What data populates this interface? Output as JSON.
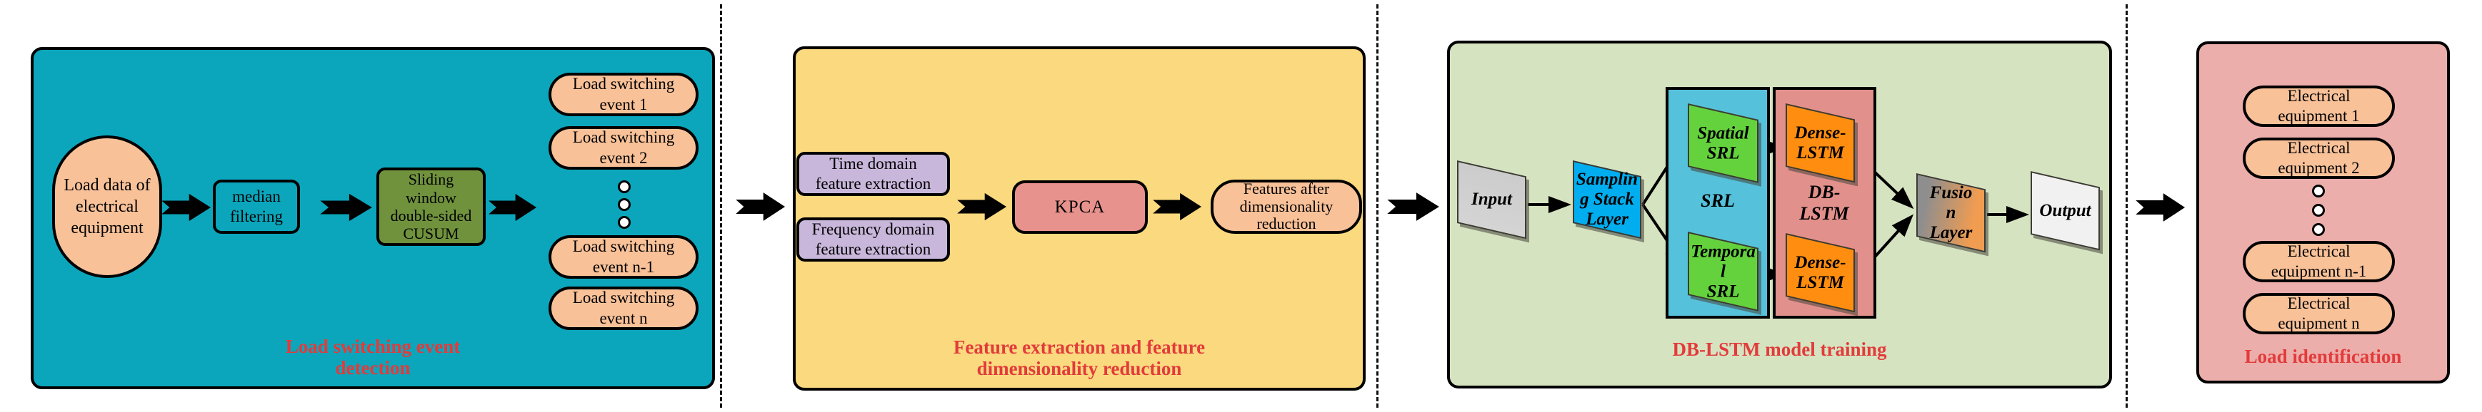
{
  "figure": {
    "type": "flow-diagram",
    "description_visible_text_only": true
  },
  "colors": {
    "teal": "#0BA6BC",
    "yellow": "#FBD97E",
    "panel3bg": "#D6E3C0",
    "pink": "#ECAEAB",
    "peach": "#F8C198",
    "purple": "#C9B7DB",
    "kpca": "#E8928D",
    "olive": "#70923D",
    "skyblue": "#00AEEF",
    "brightgreen": "#64D23D",
    "orange": "#FF8E10",
    "srlcyan": "#55C1DA",
    "dbsalmon": "#E2908C",
    "red": "#E23B3B",
    "inputgray": "#D4D4D4",
    "outputgray": "#F1F1F1"
  },
  "panel1": {
    "caption": "Load switching event\ndetection",
    "source": "Load data of\nelectrical\nequipment",
    "median": "median\nfiltering",
    "cusum": "Sliding\nwindow\ndouble-sided\nCUSUM",
    "events": [
      "Load switching\nevent 1",
      "Load switching\nevent 2",
      "Load switching\nevent n-1",
      "Load switching\nevent n"
    ]
  },
  "panel2": {
    "caption": "Feature extraction and feature\ndimensionality reduction",
    "time_box": "Time domain\nfeature extraction",
    "freq_box": "Frequency domain\nfeature extraction",
    "kpca": "KPCA",
    "features": "Features after\ndimensionality\nreduction"
  },
  "panel3": {
    "caption": "DB-LSTM model training",
    "input": "Input",
    "sampling": "Samplin\ng Stack\nLayer",
    "spatial": "Spatial\nSRL",
    "srl": "SRL",
    "temporal": "Tempora\nl\nSRL",
    "dense_top": "Dense-\nLSTM",
    "db_lstm": "DB-\nLSTM",
    "dense_bottom": "Dense-\nLSTM",
    "fusion": "Fusio\nn\nLayer",
    "output": "Output"
  },
  "panel4": {
    "caption": "Load identification",
    "equipment": [
      "Electrical\nequipment 1",
      "Electrical\nequipment 2",
      "Electrical\nequipment n-1",
      "Electrical\nequipment n"
    ]
  }
}
